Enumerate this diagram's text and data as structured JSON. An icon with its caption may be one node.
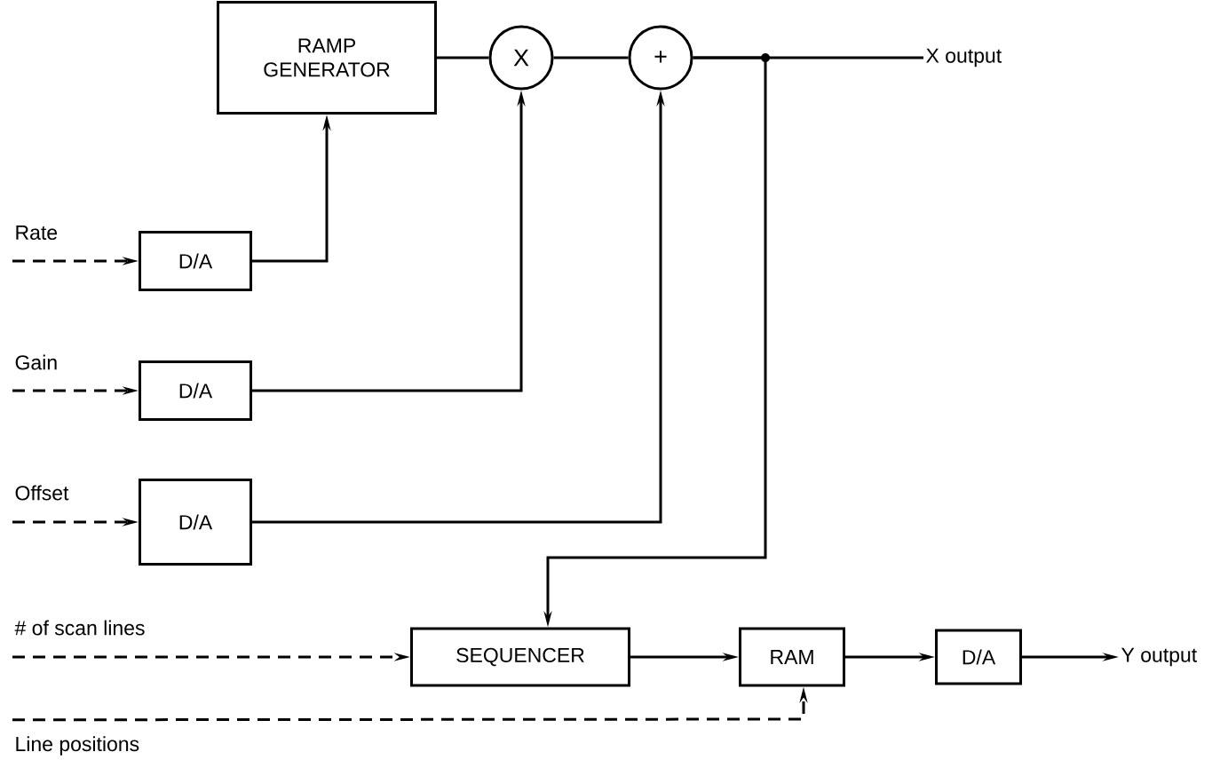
{
  "diagram": {
    "nodes": [
      {
        "text": [
          "RAMP GENERATOR"
        ]
      },
      {
        "text": [
          "X"
        ]
      },
      {
        "text": [
          "+"
        ]
      },
      {
        "text": [
          "X output"
        ]
      },
      {
        "text": [
          "Rate"
        ]
      },
      {
        "text": [
          "D/A"
        ]
      },
      {
        "text": [
          "Gain"
        ]
      },
      {
        "text": [
          "D/A"
        ]
      },
      {
        "text": [
          "Offset"
        ]
      },
      {
        "text": [
          "D/A"
        ]
      },
      {
        "text": [
          "# of scan lines"
        ]
      },
      {
        "text": [
          "SEQUENCER"
        ]
      },
      {
        "text": [
          "RAM"
        ]
      },
      {
        "text": [
          "D/A"
        ]
      },
      {
        "text": [
          "Y output"
        ]
      },
      {
        "text": [
          "Line positions"
        ]
      }
    ],
    "edges": [
      {
        "from": 0,
        "to": 1,
        "arrow": "none"
      },
      {
        "from": 1,
        "to": 2,
        "arrow": "none"
      },
      {
        "from": 2,
        "to": 3,
        "arrow": "none"
      },
      {
        "from": 2,
        "to": 11,
        "arrow": "to"
      },
      {
        "from": 4,
        "to": 5,
        "arrow": "to",
        "style": "dashed"
      },
      {
        "from": 5,
        "to": 0,
        "arrow": "to"
      },
      {
        "from": 6,
        "to": 7,
        "arrow": "to",
        "style": "dashed"
      },
      {
        "from": 7,
        "to": 1,
        "arrow": "to"
      },
      {
        "from": 8,
        "to": 9,
        "arrow": "to",
        "style": "dashed"
      },
      {
        "from": 9,
        "to": 2,
        "arrow": "to"
      },
      {
        "from": 10,
        "to": 11,
        "arrow": "to",
        "style": "dashed"
      },
      {
        "from": 11,
        "to": 12,
        "arrow": "to"
      },
      {
        "from": 12,
        "to": 13,
        "arrow": "to"
      },
      {
        "from": 13,
        "to": 14,
        "arrow": "to"
      },
      {
        "from": 15,
        "to": 12,
        "arrow": "to",
        "style": "dashed"
      }
    ]
  }
}
